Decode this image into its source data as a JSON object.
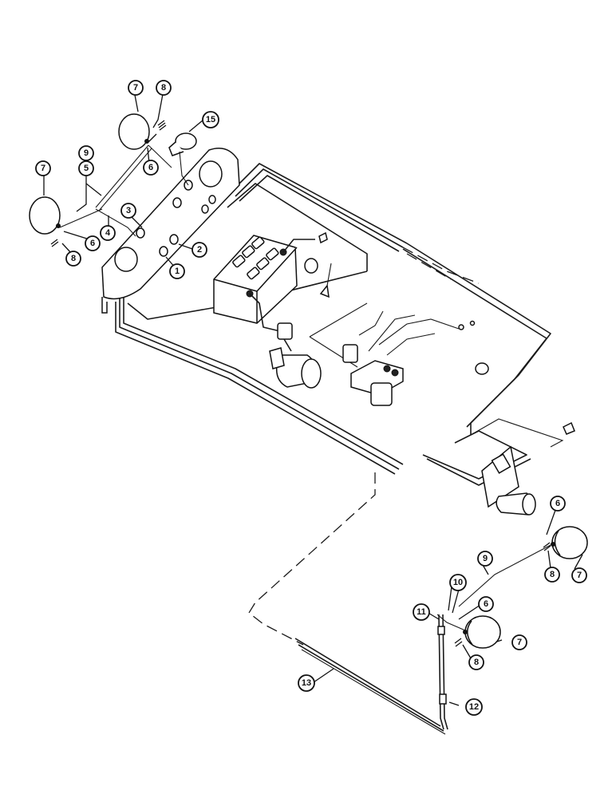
{
  "diagram": {
    "callouts": [
      {
        "id": "c1",
        "label": "1"
      },
      {
        "id": "c2",
        "label": "2"
      },
      {
        "id": "c3",
        "label": "3"
      },
      {
        "id": "c4",
        "label": "4"
      },
      {
        "id": "c5",
        "label": "5"
      },
      {
        "id": "c6a",
        "label": "6"
      },
      {
        "id": "c6b",
        "label": "6"
      },
      {
        "id": "c6c",
        "label": "6"
      },
      {
        "id": "c6d",
        "label": "6"
      },
      {
        "id": "c7a",
        "label": "7"
      },
      {
        "id": "c7b",
        "label": "7"
      },
      {
        "id": "c7c",
        "label": "7"
      },
      {
        "id": "c7d",
        "label": "7"
      },
      {
        "id": "c8a",
        "label": "8"
      },
      {
        "id": "c8b",
        "label": "8"
      },
      {
        "id": "c8c",
        "label": "8"
      },
      {
        "id": "c8d",
        "label": "8"
      },
      {
        "id": "c9a",
        "label": "9"
      },
      {
        "id": "c9b",
        "label": "9"
      },
      {
        "id": "c10",
        "label": "10"
      },
      {
        "id": "c11",
        "label": "11"
      },
      {
        "id": "c12",
        "label": "12"
      },
      {
        "id": "c13",
        "label": "13"
      },
      {
        "id": "c15",
        "label": "15"
      }
    ]
  }
}
